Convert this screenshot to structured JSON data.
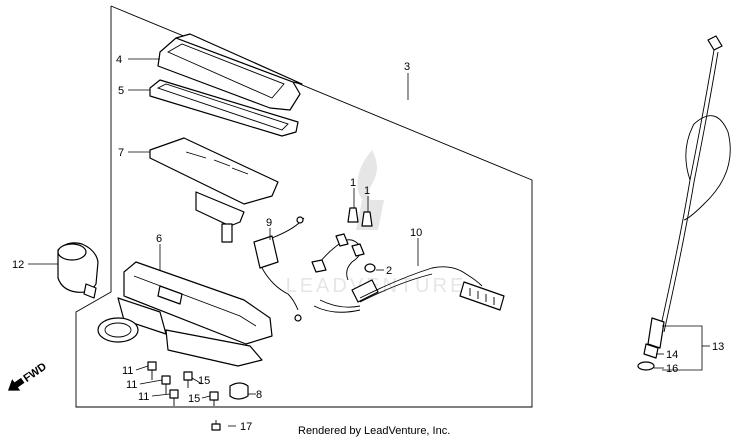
{
  "callouts": {
    "c1a": "1",
    "c1b": "1",
    "c2": "2",
    "c3": "3",
    "c4": "4",
    "c5": "5",
    "c6": "6",
    "c7": "7",
    "c8": "8",
    "c9": "9",
    "c10": "10",
    "c11a": "11",
    "c11b": "11",
    "c11c": "11",
    "c12": "12",
    "c13": "13",
    "c14": "14",
    "c15a": "15",
    "c15b": "15",
    "c16": "16",
    "c17": "17"
  },
  "direction_label": "FWD",
  "watermark": "LEADVENTURE",
  "credit": "Rendered by LeadVenture, Inc."
}
